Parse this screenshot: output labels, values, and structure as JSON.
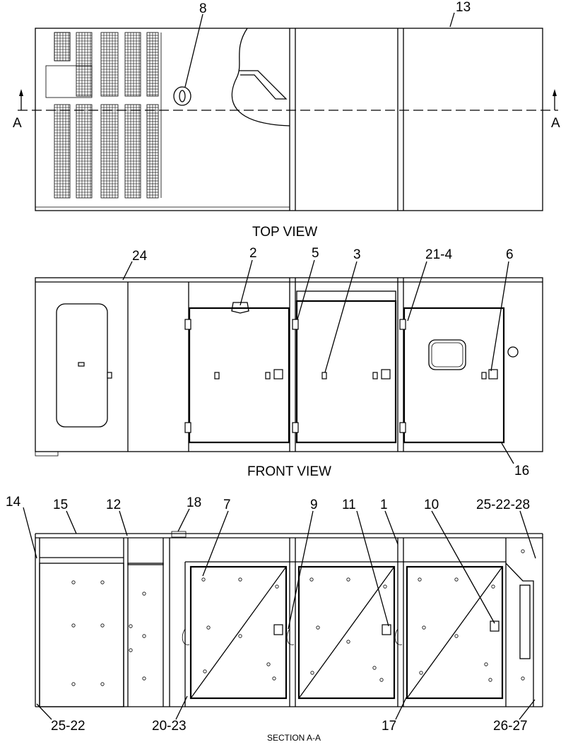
{
  "views": {
    "top": "TOP VIEW",
    "front": "FRONT VIEW",
    "section": "SECTION A-A"
  },
  "section_marker": {
    "left": "A",
    "right": "A"
  },
  "callouts": {
    "top": [
      "8",
      "13"
    ],
    "front": [
      "24",
      "2",
      "5",
      "3",
      "21-4",
      "6",
      "16"
    ],
    "section": [
      "14",
      "15",
      "12",
      "18",
      "7",
      "9",
      "11",
      "1",
      "10",
      "25-22-28",
      "25-22",
      "20-23",
      "17",
      "26-27"
    ]
  }
}
